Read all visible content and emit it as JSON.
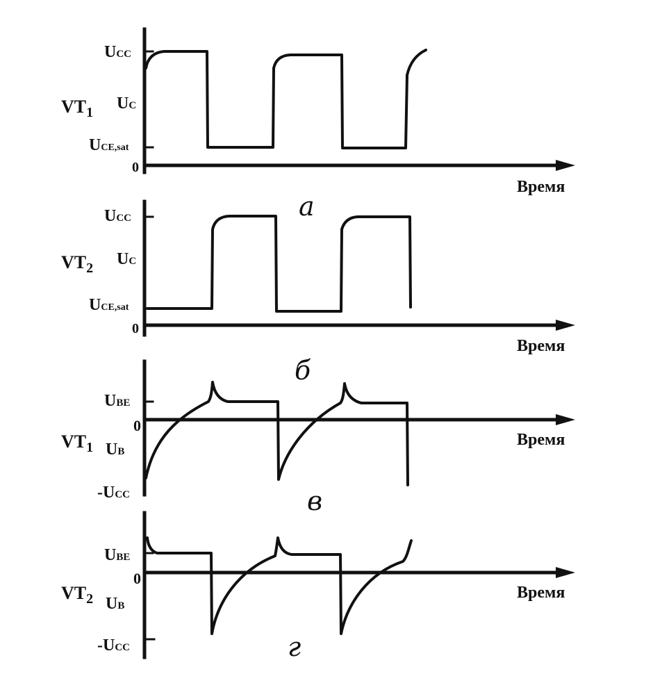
{
  "panels": [
    {
      "id": "a",
      "caption": "а",
      "transistor_main": "VT",
      "transistor_sub": "1",
      "signal_main": "U",
      "signal_sub": "C",
      "level_labels": [
        {
          "main": "U",
          "sub": "CC"
        },
        {
          "main": "U",
          "sub": "CE,sat"
        },
        {
          "main": "0",
          "sub": ""
        }
      ],
      "time_label": "Время"
    },
    {
      "id": "b",
      "caption": "б",
      "transistor_main": "VT",
      "transistor_sub": "2",
      "signal_main": "U",
      "signal_sub": "C",
      "level_labels": [
        {
          "main": "U",
          "sub": "CC"
        },
        {
          "main": "U",
          "sub": "CE,sat"
        },
        {
          "main": "0",
          "sub": ""
        }
      ],
      "time_label": "Время"
    },
    {
      "id": "v",
      "caption": "в",
      "transistor_main": "VT",
      "transistor_sub": "1",
      "signal_main": "U",
      "signal_sub": "B",
      "level_labels": [
        {
          "main": "U",
          "sub": "BE"
        },
        {
          "main": "0",
          "sub": ""
        },
        {
          "main": "-U",
          "sub": "CC"
        }
      ],
      "time_label": "Время"
    },
    {
      "id": "g",
      "caption": "г",
      "transistor_main": "VT",
      "transistor_sub": "2",
      "signal_main": "U",
      "signal_sub": "B",
      "level_labels": [
        {
          "main": "U",
          "sub": "BE"
        },
        {
          "main": "0",
          "sub": ""
        },
        {
          "main": "-U",
          "sub": "CC"
        }
      ],
      "time_label": "Время"
    }
  ]
}
